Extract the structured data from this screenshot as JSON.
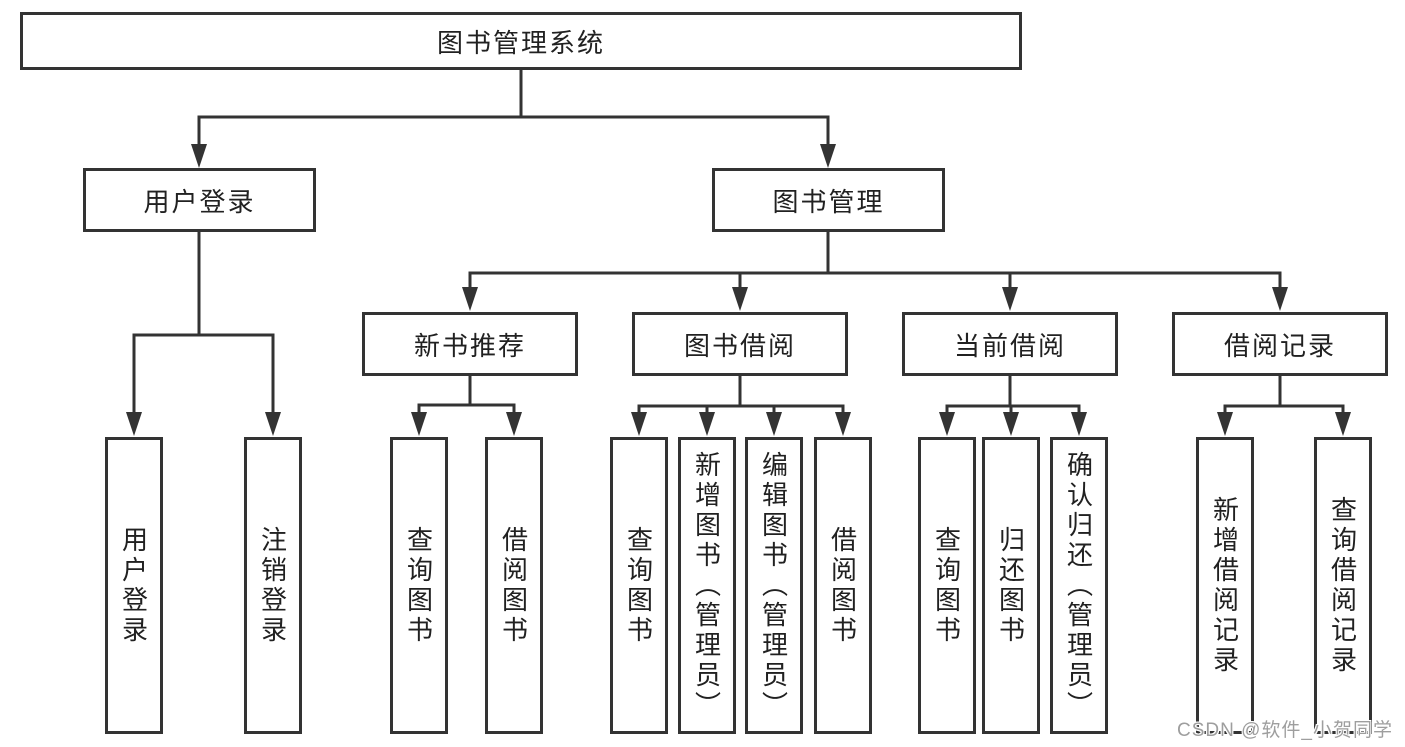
{
  "root": {
    "label": "图书管理系统"
  },
  "level2": [
    {
      "label": "用户登录"
    },
    {
      "label": "图书管理"
    }
  ],
  "level3": [
    {
      "label": "新书推荐"
    },
    {
      "label": "图书借阅"
    },
    {
      "label": "当前借阅"
    },
    {
      "label": "借阅记录"
    }
  ],
  "leaves": [
    {
      "label": "用户登录",
      "parent": "用户登录"
    },
    {
      "label": "注销登录",
      "parent": "用户登录"
    },
    {
      "label": "查询图书",
      "parent": "新书推荐"
    },
    {
      "label": "借阅图书",
      "parent": "新书推荐"
    },
    {
      "label": "查询图书",
      "parent": "图书借阅"
    },
    {
      "label": "新增图书（管理员）",
      "parent": "图书借阅"
    },
    {
      "label": "编辑图书（管理员）",
      "parent": "图书借阅"
    },
    {
      "label": "借阅图书",
      "parent": "图书借阅"
    },
    {
      "label": "查询图书",
      "parent": "当前借阅"
    },
    {
      "label": "归还图书",
      "parent": "当前借阅"
    },
    {
      "label": "确认归还（管理员）",
      "parent": "当前借阅"
    },
    {
      "label": "新增借阅记录",
      "parent": "借阅记录"
    },
    {
      "label": "查询借阅记录",
      "parent": "借阅记录"
    }
  ],
  "watermark": {
    "text": "CSDN @软件_小贺同学"
  },
  "colors": {
    "line": "#333333",
    "box_border": "#333333",
    "box_background": "#ffffff",
    "text": "#212121",
    "watermark": "#9e9e9e"
  }
}
